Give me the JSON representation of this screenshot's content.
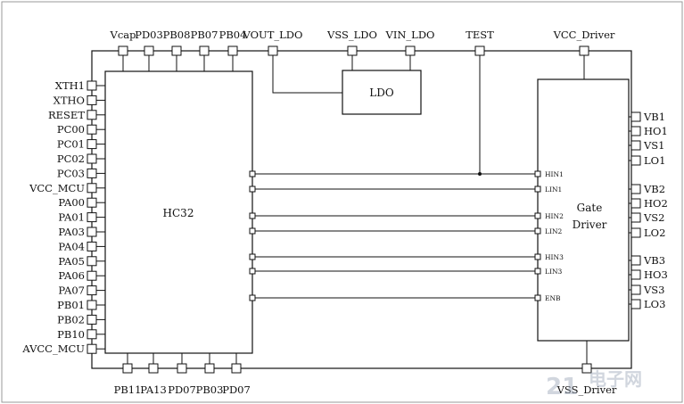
{
  "hc32": {
    "label": "HC32"
  },
  "ldo": {
    "label": "LDO"
  },
  "gate_driver": {
    "label_line1": "Gate",
    "label_line2": "Driver"
  },
  "top_pins": [
    "Vcap",
    "PD03",
    "PB08",
    "PB07",
    "PB04",
    "VOUT_LDO",
    "VSS_LDO",
    "VIN_LDO",
    "TEST",
    "VCC_Driver"
  ],
  "left_pins": [
    "XTH1",
    "XTHO",
    "RESET",
    "PC00",
    "PC01",
    "PC02",
    "PC03",
    "VCC_MCU",
    "PA00",
    "PA01",
    "PA03",
    "PA04",
    "PA05",
    "PA06",
    "PA07",
    "PB01",
    "PB02",
    "PB10",
    "AVCC_MCU"
  ],
  "bottom_pins": [
    "PB11",
    "PA13",
    "PD07",
    "PB03",
    "PD07",
    "VSS_Driver"
  ],
  "right_pins": [
    "VB1",
    "HO1",
    "VS1",
    "LO1",
    "VB2",
    "HO2",
    "VS2",
    "LO2",
    "VB3",
    "HO3",
    "VS3",
    "LO3"
  ],
  "signals": [
    "HIN1",
    "LIN1",
    "HIN2",
    "LIN2",
    "HIN3",
    "LIN3",
    "ENB"
  ],
  "watermark": {
    "text": "电子网"
  }
}
